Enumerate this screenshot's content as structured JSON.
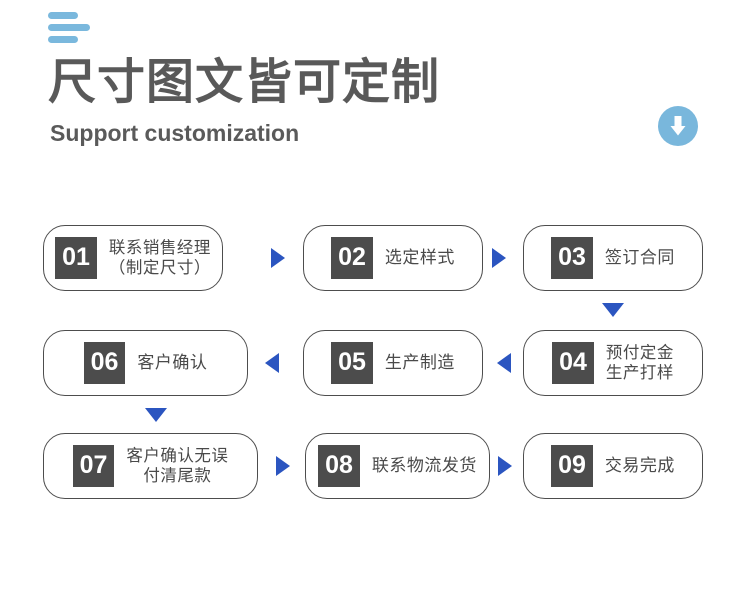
{
  "header": {
    "decoration_icon": "hamburger-bars-icon",
    "title_cn": "尺寸图文皆可定制",
    "title_en": "Support customization",
    "badge_icon": "download-arrow-icon",
    "colors": {
      "accent_blue": "#79b7dc",
      "title_gray": "#595959",
      "arrow_blue": "#2b55c0",
      "number_box": "#4c4c4c"
    }
  },
  "flow": {
    "rows": [
      {
        "direction": "right",
        "nodes": [
          {
            "number": "01",
            "label": "联系销售经理\n（制定尺寸）",
            "lines": 2
          },
          {
            "number": "02",
            "label": "选定样式",
            "lines": 1
          },
          {
            "number": "03",
            "label": "签订合同",
            "lines": 1
          }
        ]
      },
      {
        "direction": "left",
        "nodes": [
          {
            "number": "06",
            "label": "客户确认",
            "lines": 1
          },
          {
            "number": "05",
            "label": "生产制造",
            "lines": 1
          },
          {
            "number": "04",
            "label": "预付定金\n生产打样",
            "lines": 2
          }
        ]
      },
      {
        "direction": "right",
        "nodes": [
          {
            "number": "07",
            "label": "客户确认无误\n付清尾款",
            "lines": 2
          },
          {
            "number": "08",
            "label": "联系物流发货",
            "lines": 1
          },
          {
            "number": "09",
            "label": "交易完成",
            "lines": 1
          }
        ]
      }
    ],
    "connectors": [
      {
        "name": "arrow-01-to-02",
        "type": "right"
      },
      {
        "name": "arrow-02-to-03",
        "type": "right"
      },
      {
        "name": "arrow-03-to-04",
        "type": "down"
      },
      {
        "name": "arrow-04-to-05",
        "type": "left"
      },
      {
        "name": "arrow-05-to-06",
        "type": "left"
      },
      {
        "name": "arrow-06-to-07",
        "type": "down"
      },
      {
        "name": "arrow-07-to-08",
        "type": "right"
      },
      {
        "name": "arrow-08-to-09",
        "type": "right"
      }
    ]
  }
}
